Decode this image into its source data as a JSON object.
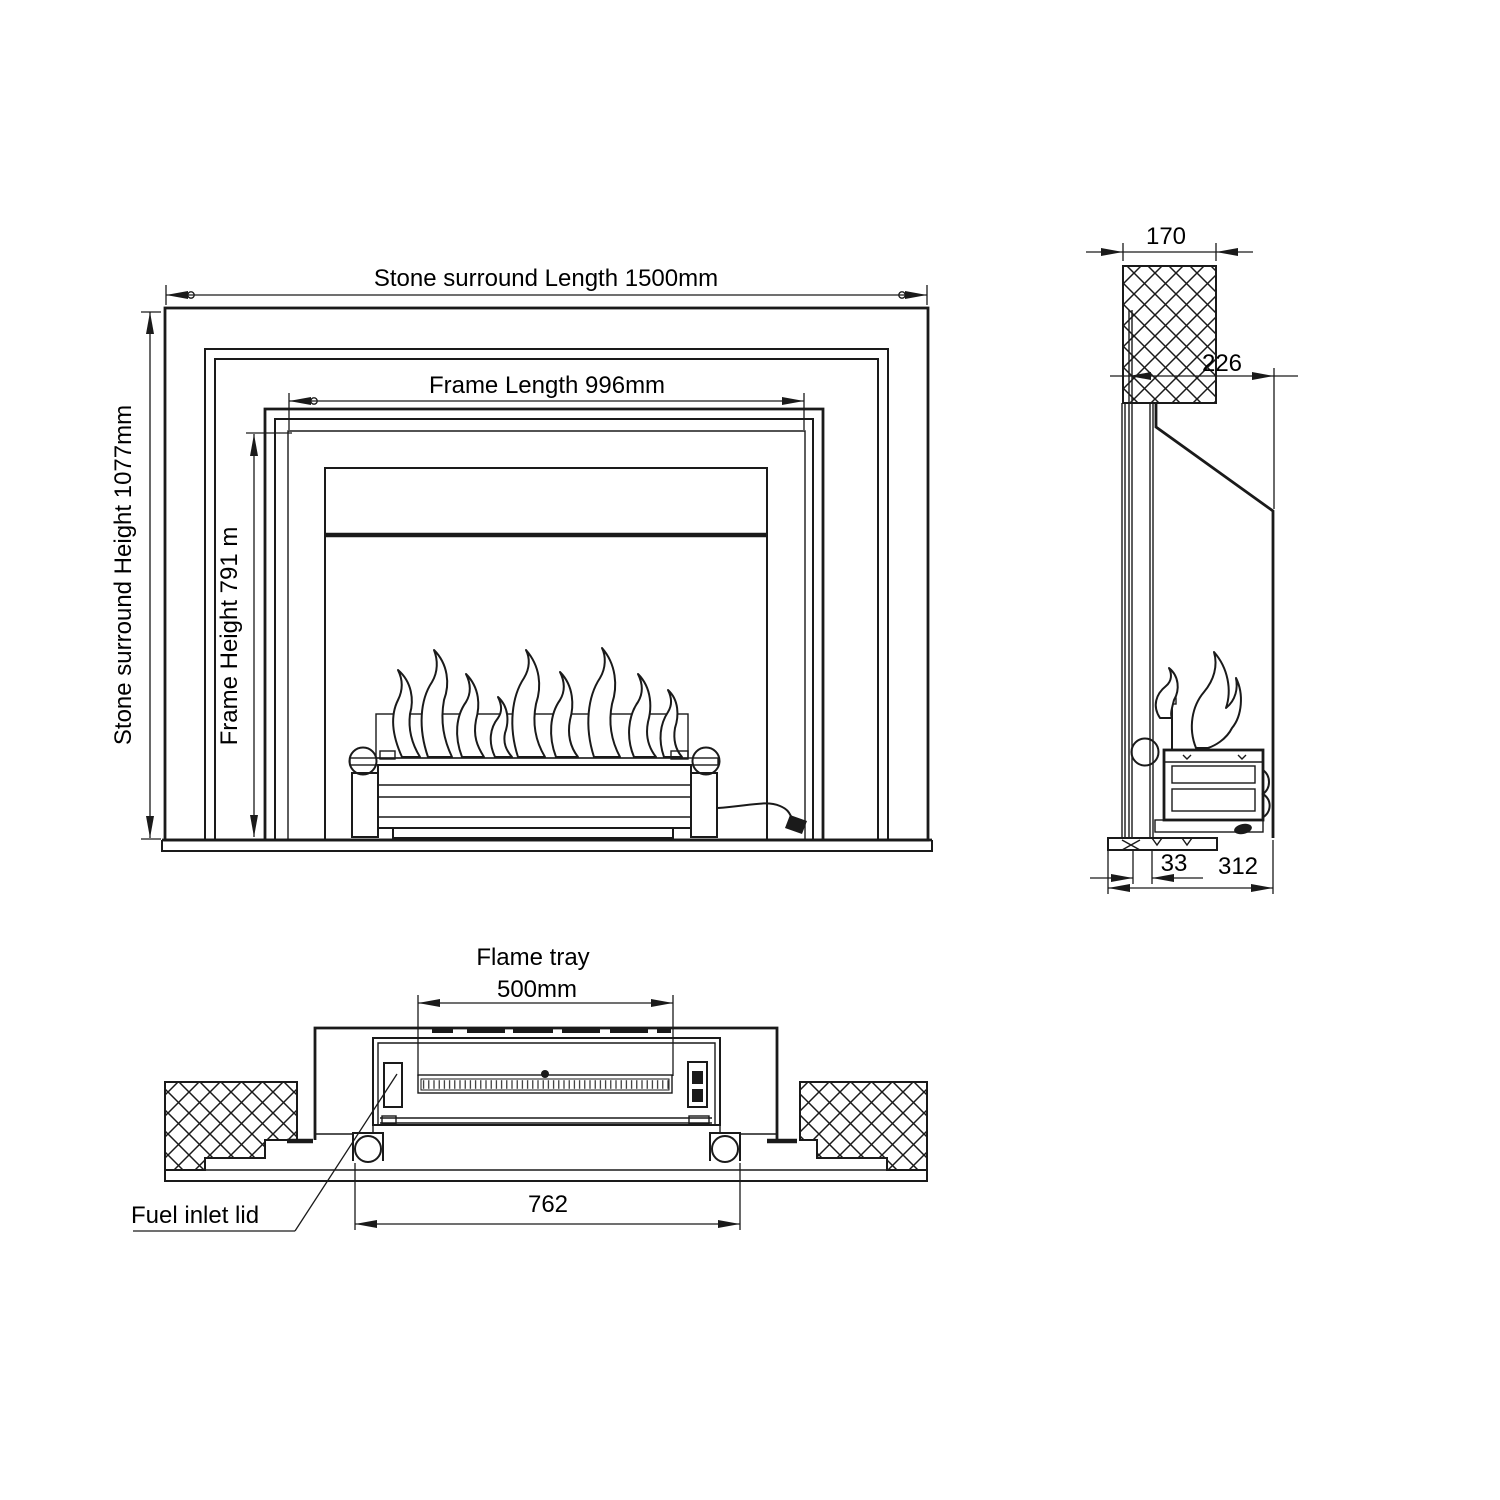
{
  "drawing_title": "Fireplace dimensions technical drawing",
  "colors": {
    "line": "#1a1a1a",
    "background": "#ffffff"
  },
  "front_view": {
    "stone_surround_length": "Stone surround Length 1500mm",
    "stone_surround_height": "Stone surround Height 1077mm",
    "frame_length": "Frame Length 996mm",
    "frame_height": "Frame Height 791 m"
  },
  "side_view": {
    "wall_depth": "170",
    "surround_depth": "226",
    "hearth_offset": "33",
    "unit_depth": "312"
  },
  "plan_view": {
    "flame_tray_label": "Flame tray",
    "flame_tray_width": "500mm",
    "base_width": "762",
    "fuel_inlet_label": "Fuel inlet lid"
  }
}
